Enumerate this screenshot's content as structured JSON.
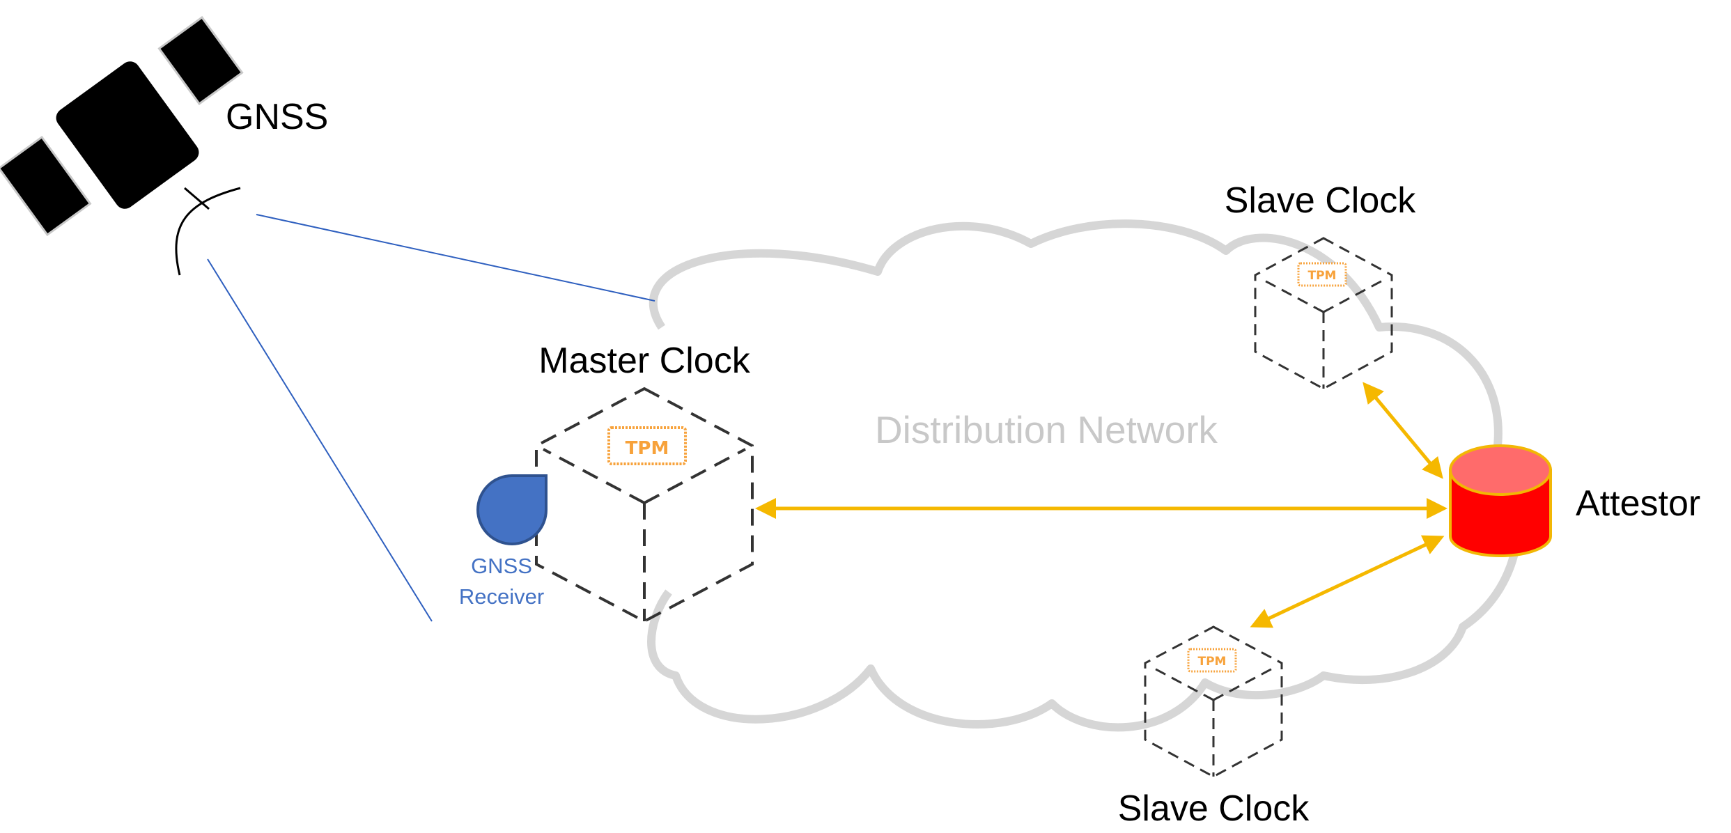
{
  "labels": {
    "gnss": "GNSS",
    "master_clock": "Master Clock",
    "slave_clock_top": "Slave Clock",
    "slave_clock_bottom": "Slave Clock",
    "attestor": "Attestor",
    "network": "Distribution Network",
    "gnss_receiver_line1": "GNSS",
    "gnss_receiver_line2": "Receiver"
  },
  "tpm": {
    "master": "TPM",
    "slave_top": "TPM",
    "slave_bottom": "TPM"
  },
  "colors": {
    "arrow": "#F5B800",
    "attestor_body": "#FF0000",
    "attestor_top": "#FF6B6B",
    "attestor_outline": "#F2B705",
    "cloud": "#D6D6D6",
    "signal_line": "#2E5FBF",
    "receiver": "#4472C4",
    "tpm": "#F7A23B",
    "satellite": "#000000"
  },
  "icons": {
    "satellite": "satellite-icon",
    "receiver": "gnss-receiver-icon",
    "database": "database-icon",
    "cube": "cube-icon"
  }
}
